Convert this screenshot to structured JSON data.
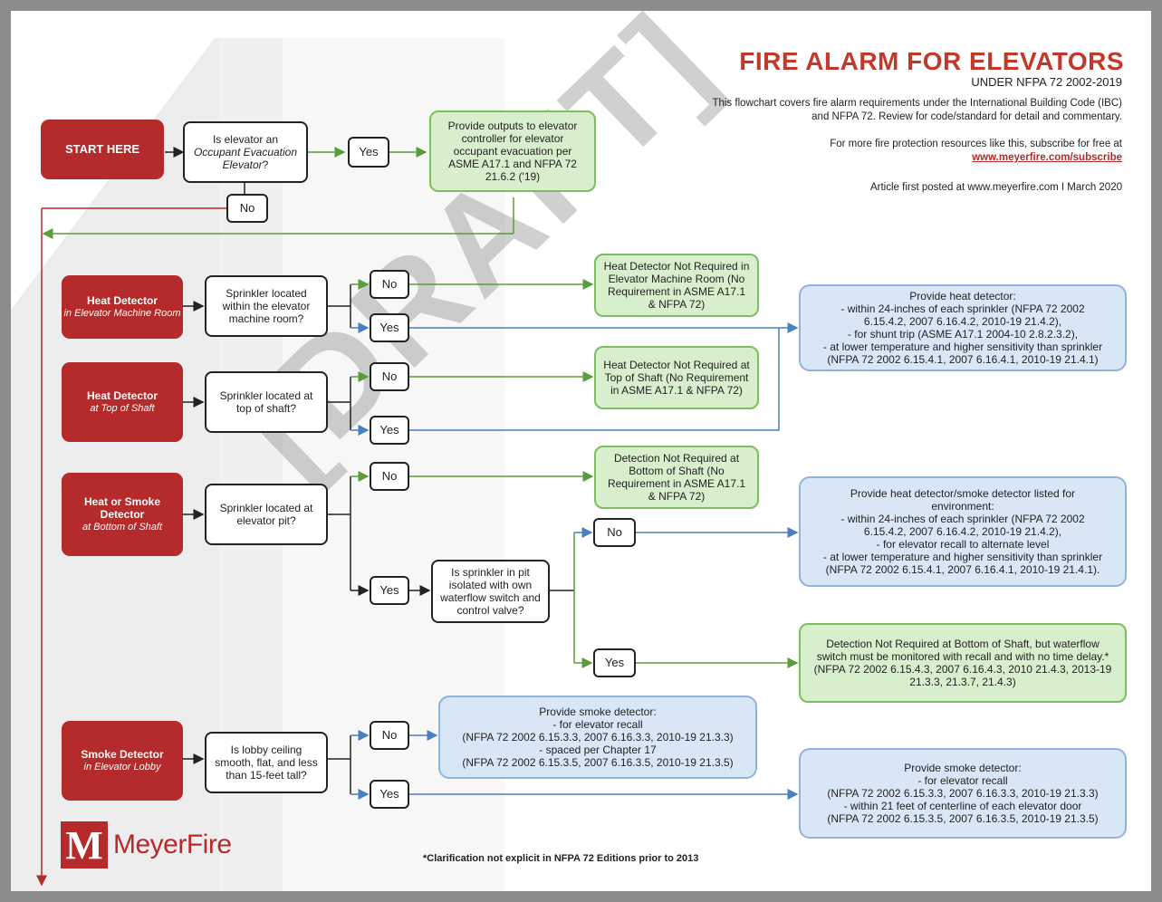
{
  "header": {
    "title": "FIRE ALARM FOR ELEVATORS",
    "subtitle": "UNDER NFPA 72 2002-2019",
    "intro_line1": "This flowchart covers fire alarm requirements under the International Building Code (IBC)",
    "intro_line2": "and NFPA 72. Review for code/standard for detail and commentary.",
    "resources_line": "For more fire protection resources like this, subscribe for free at",
    "subscribe_url": "www.meyerfire.com/subscribe",
    "posted": "Article first posted at www.meyerfire.com I March 2020"
  },
  "watermark": "[DRAFT]",
  "colors": {
    "red": "#b52a2a",
    "green_fill": "#d8efcd",
    "green_border": "#7cbf5e",
    "blue_fill": "#d8e6f6",
    "blue_border": "#8fb3db"
  },
  "start": {
    "label": "START HERE",
    "question_pre": "Is elevator an",
    "question_em": "Occupant Evacuation Elevator",
    "question_post": "?",
    "yes": "Yes",
    "no": "No",
    "result": "Provide outputs to elevator controller for elevator occupant evacuation per ASME A17.1 and NFPA 72 21.6.2 ('19)"
  },
  "machine_room": {
    "label": "Heat Detector",
    "sub": "in Elevator Machine Room",
    "question": "Sprinkler located within the elevator machine room?",
    "no": "No",
    "yes": "Yes",
    "no_result": "Heat Detector Not Required in Elevator Machine Room (No Requirement in ASME A17.1 & NFPA 72)"
  },
  "heat_result": {
    "title": "Provide heat detector:",
    "l1": "- within 24-inches of each sprinkler (NFPA 72 2002",
    "l2": "6.15.4.2, 2007 6.16.4.2, 2010-19 21.4.2),",
    "l3": "- for shunt trip (ASME A17.1 2004-10 2.8.2.3.2),",
    "l4": "- at lower temperature and higher sensitivity than sprinkler",
    "l5": "(NFPA 72 2002 6.15.4.1, 2007 6.16.4.1, 2010-19 21.4.1)"
  },
  "top_shaft": {
    "label": "Heat Detector",
    "sub": "at Top of Shaft",
    "question": "Sprinkler located at top of shaft?",
    "no": "No",
    "yes": "Yes",
    "no_result": "Heat Detector Not Required at Top of Shaft (No Requirement in ASME A17.1 & NFPA 72)"
  },
  "pit": {
    "label": "Heat or Smoke Detector",
    "sub": "at Bottom of Shaft",
    "question": "Sprinkler located at elevator pit?",
    "no": "No",
    "yes": "Yes",
    "no_result": "Detection Not Required at Bottom of Shaft (No Requirement in ASME A17.1 & NFPA 72)",
    "question2": "Is sprinkler in pit isolated with own waterflow switch and control valve?",
    "no2": "No",
    "yes2": "Yes",
    "yes2_result": "Detection Not Required at Bottom of Shaft, but waterflow switch must be monitored with recall and with no time delay.* (NFPA 72 2002 6.15.4.3, 2007 6.16.4.3, 2010 21.4.3, 2013-19 21.3.3, 21.3.7, 21.4.3)"
  },
  "pit_result": {
    "title": "Provide heat detector/smoke detector listed for",
    "l0": "environment:",
    "l1": "- within 24-inches of each sprinkler (NFPA 72 2002",
    "l2": "6.15.4.2, 2007 6.16.4.2, 2010-19 21.4.2),",
    "l3": "- for elevator recall to alternate level",
    "l4": "- at lower temperature and higher sensitivity than sprinkler",
    "l5": "(NFPA 72 2002 6.15.4.1, 2007 6.16.4.1, 2010-19 21.4.1)."
  },
  "lobby": {
    "label": "Smoke Detector",
    "sub": "in Elevator Lobby",
    "question": "Is lobby ceiling smooth, flat, and less than 15-feet tall?",
    "no": "No",
    "yes": "Yes",
    "no_title": "Provide smoke detector:",
    "no_l1": "- for elevator recall",
    "no_l2": "(NFPA 72 2002 6.15.3.3, 2007 6.16.3.3, 2010-19 21.3.3)",
    "no_l3": "- spaced per Chapter 17",
    "no_l4": "(NFPA 72 2002 6.15.3.5, 2007 6.16.3.5, 2010-19 21.3.5)",
    "yes_title": "Provide smoke detector:",
    "yes_l1": "- for elevator recall",
    "yes_l2": "(NFPA 72 2002 6.15.3.3, 2007 6.16.3.3, 2010-19 21.3.3)",
    "yes_l3": "- within 21 feet of centerline of each elevator door",
    "yes_l4": "(NFPA 72 2002 6.15.3.5, 2007 6.16.3.5, 2010-19 21.3.5)"
  },
  "footnote": "*Clarification not explicit in NFPA 72 Editions prior to 2013",
  "logo": {
    "mark": "M",
    "text": "MeyerFire"
  }
}
